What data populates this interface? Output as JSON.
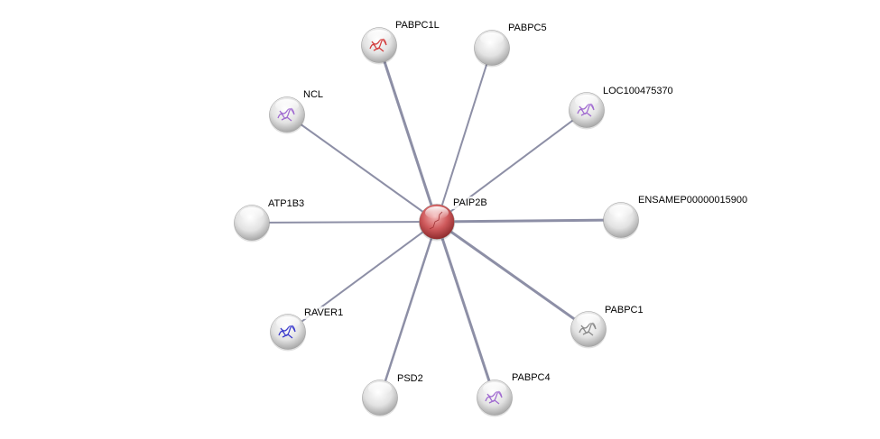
{
  "network": {
    "center": {
      "id": "PAIP2B",
      "label": "PAIP2B",
      "color": "#c0474a"
    },
    "nodes": [
      {
        "id": "PABPC1L",
        "label": "PABPC1L",
        "structure": "red-helix"
      },
      {
        "id": "PABPC5",
        "label": "PABPC5",
        "structure": "none"
      },
      {
        "id": "LOC100475370",
        "label": "LOC100475370",
        "structure": "purple-coil"
      },
      {
        "id": "NCL",
        "label": "NCL",
        "structure": "purple-coil"
      },
      {
        "id": "ENSAMEP00000015900",
        "label": "ENSAMEP00000015900",
        "structure": "none"
      },
      {
        "id": "ATP1B3",
        "label": "ATP1B3",
        "structure": "none"
      },
      {
        "id": "PABPC1",
        "label": "PABPC1",
        "structure": "gray-coil"
      },
      {
        "id": "RAVER1",
        "label": "RAVER1",
        "structure": "blue-sheet"
      },
      {
        "id": "PSD2",
        "label": "PSD2",
        "structure": "none"
      },
      {
        "id": "PABPC4",
        "label": "PABPC4",
        "structure": "purple-coil"
      }
    ],
    "edge_color": "#8d8fa6",
    "node_color": "#e6e6e6"
  }
}
